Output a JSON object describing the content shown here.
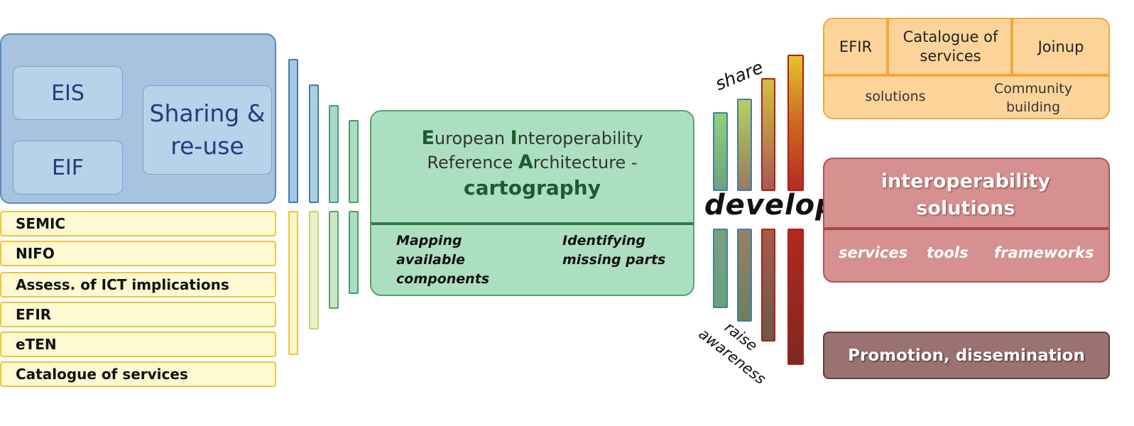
{
  "left": {
    "eis": "EIS",
    "eif": "EIF",
    "sharing": "Sharing & re-use",
    "items": [
      "SEMIC",
      "NIFO",
      "Assess. of ICT implications",
      "EFIR",
      "eTEN",
      "Catalogue of services"
    ]
  },
  "center": {
    "title_line1": [
      "E",
      "uropean ",
      "I",
      "nteroperability"
    ],
    "title_line2": [
      "Reference ",
      "A",
      "rchitecture -"
    ],
    "title_bold": "cartography",
    "left_text": "Mapping available components",
    "right_text": "Identifying missing parts"
  },
  "verbs": {
    "share": "share",
    "develop": "develop",
    "raise": "raise",
    "awareness": "awareness"
  },
  "right": {
    "top": {
      "cells": [
        "EFIR",
        "Catalogue of services",
        "Joinup"
      ],
      "bottom": [
        "solutions",
        "Community building"
      ]
    },
    "solutions": {
      "title": "interoperability solutions",
      "items": [
        "services",
        "tools",
        "frameworks"
      ]
    },
    "promotion": "Promotion, dissemination"
  }
}
